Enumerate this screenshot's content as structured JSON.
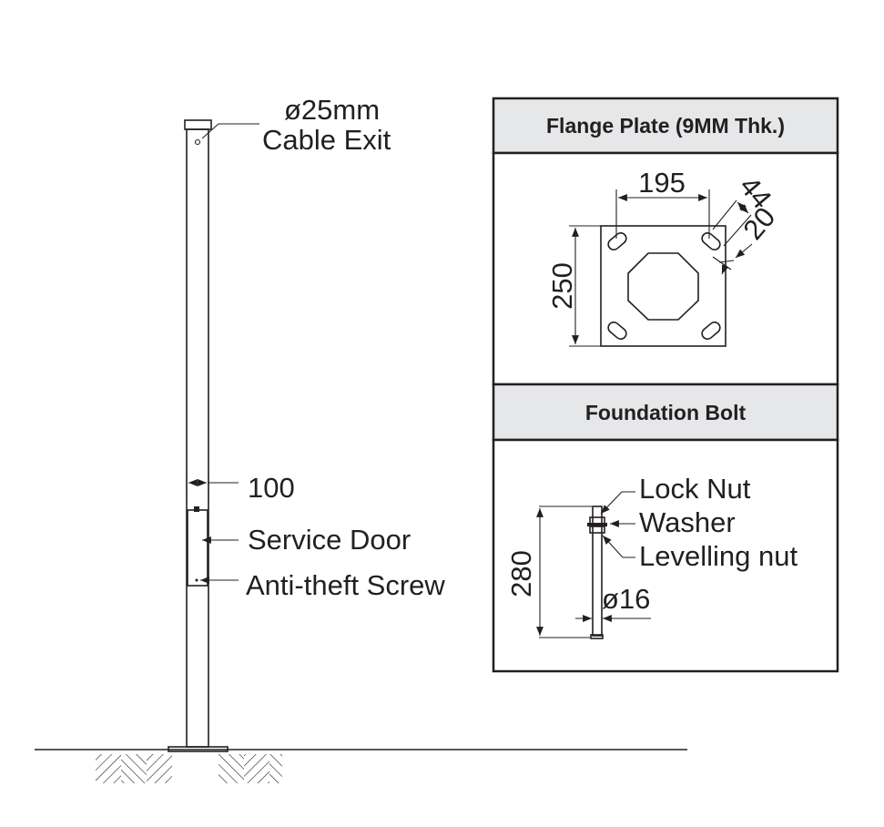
{
  "pole": {
    "cable_exit_diameter": "ø25mm",
    "cable_exit_label": "Cable Exit",
    "width_dim": "100",
    "service_door_label": "Service Door",
    "anti_theft_label": "Anti-theft Screw"
  },
  "flange_plate": {
    "title": "Flange Plate (9MM Thk.)",
    "dim_horizontal": "195",
    "dim_vertical": "250",
    "dim_slot_length": "44",
    "dim_slot_width": "20"
  },
  "foundation_bolt": {
    "title": "Foundation Bolt",
    "lock_nut_label": "Lock Nut",
    "washer_label": "Washer",
    "levelling_nut_label": "Levelling nut",
    "length_dim": "280",
    "diameter_dim": "ø16"
  }
}
